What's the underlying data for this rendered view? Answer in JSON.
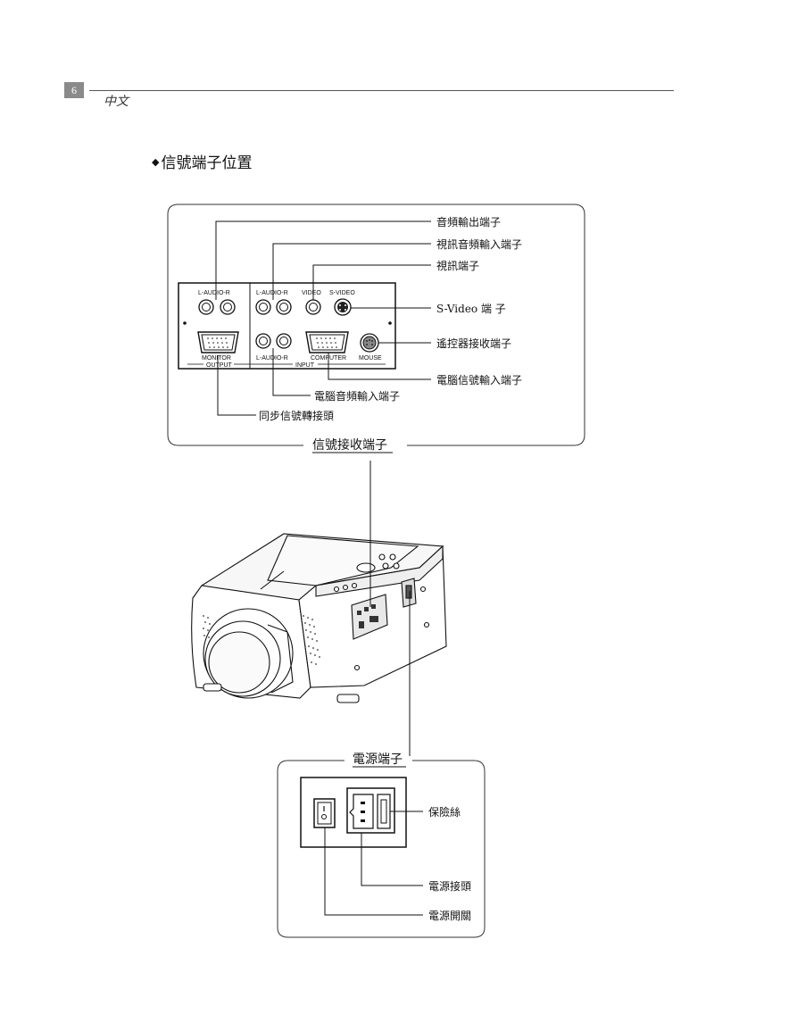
{
  "page": {
    "number": "6",
    "language": "中文"
  },
  "section_title": "信號端子位置",
  "signal_panel": {
    "heading": "信號接收端子",
    "panel_labels": {
      "l_audio_r_out": "L-AUDIO-R",
      "l_audio_r_in_top": "L-AUDIO-R",
      "video": "VIDEO",
      "s_video": "S-VIDEO",
      "monitor": "MONITOR",
      "output": "OUTPUT",
      "l_audio_r_in_bottom": "L-AUDIO-R",
      "input": "INPUT",
      "computer": "COMPUTER",
      "mouse": "MOUSE"
    },
    "callouts": {
      "audio_out": "音頻輸出端子",
      "video_audio_in": "視訊音頻輸入端子",
      "video_port": "視訊端子",
      "s_video_port": "S-Video 端 子",
      "remote_receiver": "遙控器接收端子",
      "computer_signal_in": "電腦信號輸入端子",
      "computer_audio_in": "電腦音頻輸入端子",
      "sync_adapter": "同步信號轉接頭"
    }
  },
  "power_panel": {
    "heading": "電源端子",
    "callouts": {
      "fuse": "保險絲",
      "power_connector": "電源接頭",
      "power_switch": "電源開關"
    }
  }
}
